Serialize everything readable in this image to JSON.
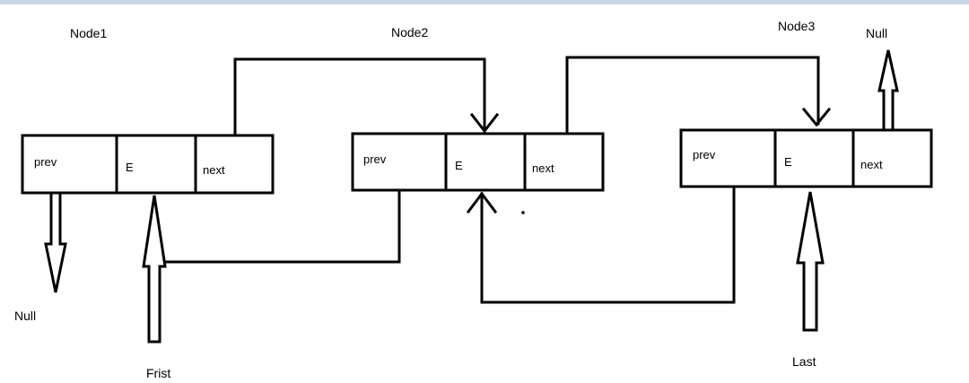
{
  "colors": {
    "stroke": "#000000",
    "top_strip": "#c8d6e8"
  },
  "nodes": [
    {
      "label": "Node1",
      "prev": "prev",
      "elem": "E",
      "next": "next"
    },
    {
      "label": "Node2",
      "prev": "prev",
      "elem": "E",
      "next": "next"
    },
    {
      "label": "Node3",
      "prev": "prev",
      "elem": "E",
      "next": "next"
    }
  ],
  "pointers": {
    "first": "Frist",
    "last": "Last"
  },
  "null_labels": {
    "node1_prev": "Null",
    "node3_next": "Null"
  }
}
